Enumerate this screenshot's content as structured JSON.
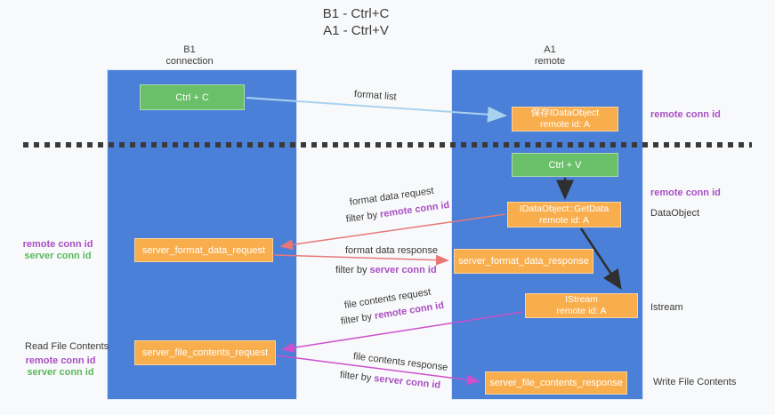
{
  "title": {
    "line1": "B1 - Ctrl+C",
    "line2": "A1 - Ctrl+V"
  },
  "lanes": {
    "left": {
      "title": "B1",
      "subtitle": "connection"
    },
    "right": {
      "title": "A1",
      "subtitle": "remote"
    }
  },
  "nodes": {
    "ctrl_c": {
      "label": "Ctrl + C"
    },
    "ctrl_v": {
      "label": "Ctrl + V"
    },
    "save_dataobject": {
      "line1": "保存IDataObject",
      "line2": "remote id: A"
    },
    "getdata": {
      "line1": "IDataObject::GetData",
      "line2": "remote id: A"
    },
    "istream": {
      "line1": "IStream",
      "line2": "remote id: A"
    },
    "server_format_data_request": {
      "label": "server_format_data_request"
    },
    "server_format_data_response": {
      "label": "server_format_data_response"
    },
    "server_file_contents_request": {
      "label": "server_file_contents_request"
    },
    "server_file_contents_response": {
      "label": "server_file_contents_response"
    }
  },
  "arrow_labels": {
    "format_list": "format list",
    "format_data_request": "format data request",
    "format_data_request_filter": {
      "prefix": "filter by",
      "id": "remote conn id"
    },
    "format_data_response": "format data response",
    "format_data_response_filter": {
      "prefix": "filter by",
      "id": "server conn id"
    },
    "file_contents_request": "file contents request",
    "file_contents_request_filter": {
      "prefix": "filter by",
      "id": "remote conn id"
    },
    "file_contents_response": "file contents response",
    "file_contents_response_filter": {
      "prefix": "filter by",
      "id": "server conn id"
    }
  },
  "side_labels": {
    "right_remote_conn_id_top": "remote conn id",
    "right_remote_conn_id_mid": "remote conn id",
    "right_dataobject": "DataObject",
    "right_istream": "Istream",
    "right_write_file_contents": "Write File Contents",
    "left_remote_conn_id_top": "remote conn id",
    "left_server_conn_id_top": "server conn id",
    "left_read_file_contents": "Read File Contents",
    "left_remote_conn_id_bottom": "remote conn id",
    "left_server_conn_id_bottom": "server conn id"
  },
  "colors": {
    "lane_blue": "#4a80d8",
    "box_green": "#6abf69",
    "box_orange": "#f9ae4d",
    "text_purple": "#a94fc4",
    "text_green": "#5bb95e",
    "arrow_red": "#e87878",
    "arrow_magenta": "#cb50cb",
    "arrow_lightblue": "#a9d2f0",
    "arrow_black": "#2f2f2f",
    "divider_dash": "#3a3a3a"
  }
}
